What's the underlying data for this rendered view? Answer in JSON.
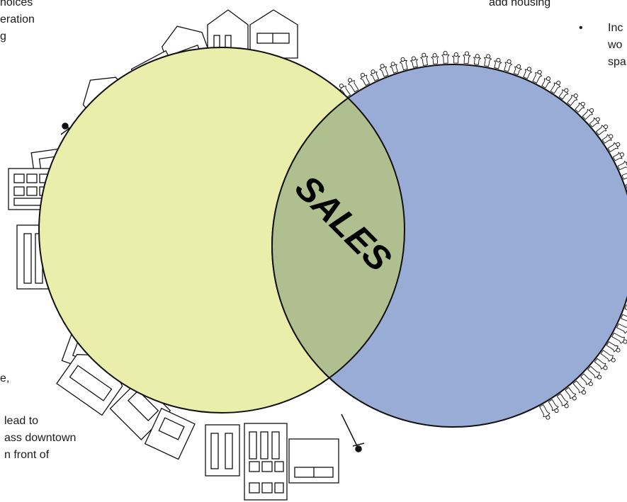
{
  "left_text_top": {
    "line1": "hoices",
    "line2": "eration",
    "line3": "g"
  },
  "right_text_top": {
    "line1": "add housing",
    "bullet": "•",
    "line2": "Inc",
    "line3": "wo",
    "line4": "spa"
  },
  "left_text_bottom": {
    "line1": "e,",
    "line2": "lead to",
    "line3": "ass downtown",
    "line4": "n front of"
  },
  "center_label": "SALES",
  "colors": {
    "left_circle": "#e9efaa",
    "right_circle": "#98acd6",
    "overlap": "#b0bf90",
    "stroke": "#111111"
  },
  "icons": [
    "building-icon",
    "lamp-post-icon",
    "people-crowd-icon"
  ]
}
